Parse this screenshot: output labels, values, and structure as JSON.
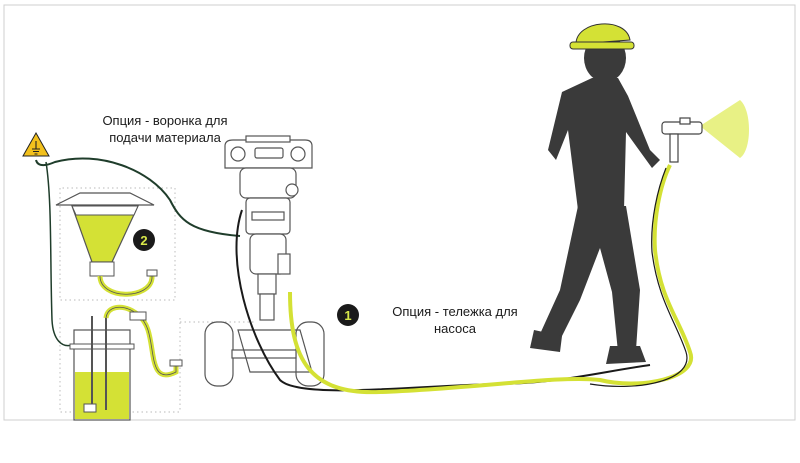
{
  "labels": {
    "hopper_option_line1": "Опция - воронка для",
    "hopper_option_line2": "подачи материала",
    "cart_option_line1": "Опция - тележка для",
    "cart_option_line2": "насоса"
  },
  "badges": {
    "cart": "1",
    "hopper": "2"
  },
  "colors": {
    "accent": "#d4e135",
    "worker": "#3a3a3a",
    "hose_dark": "#1f3d2b",
    "outline": "#555555"
  }
}
